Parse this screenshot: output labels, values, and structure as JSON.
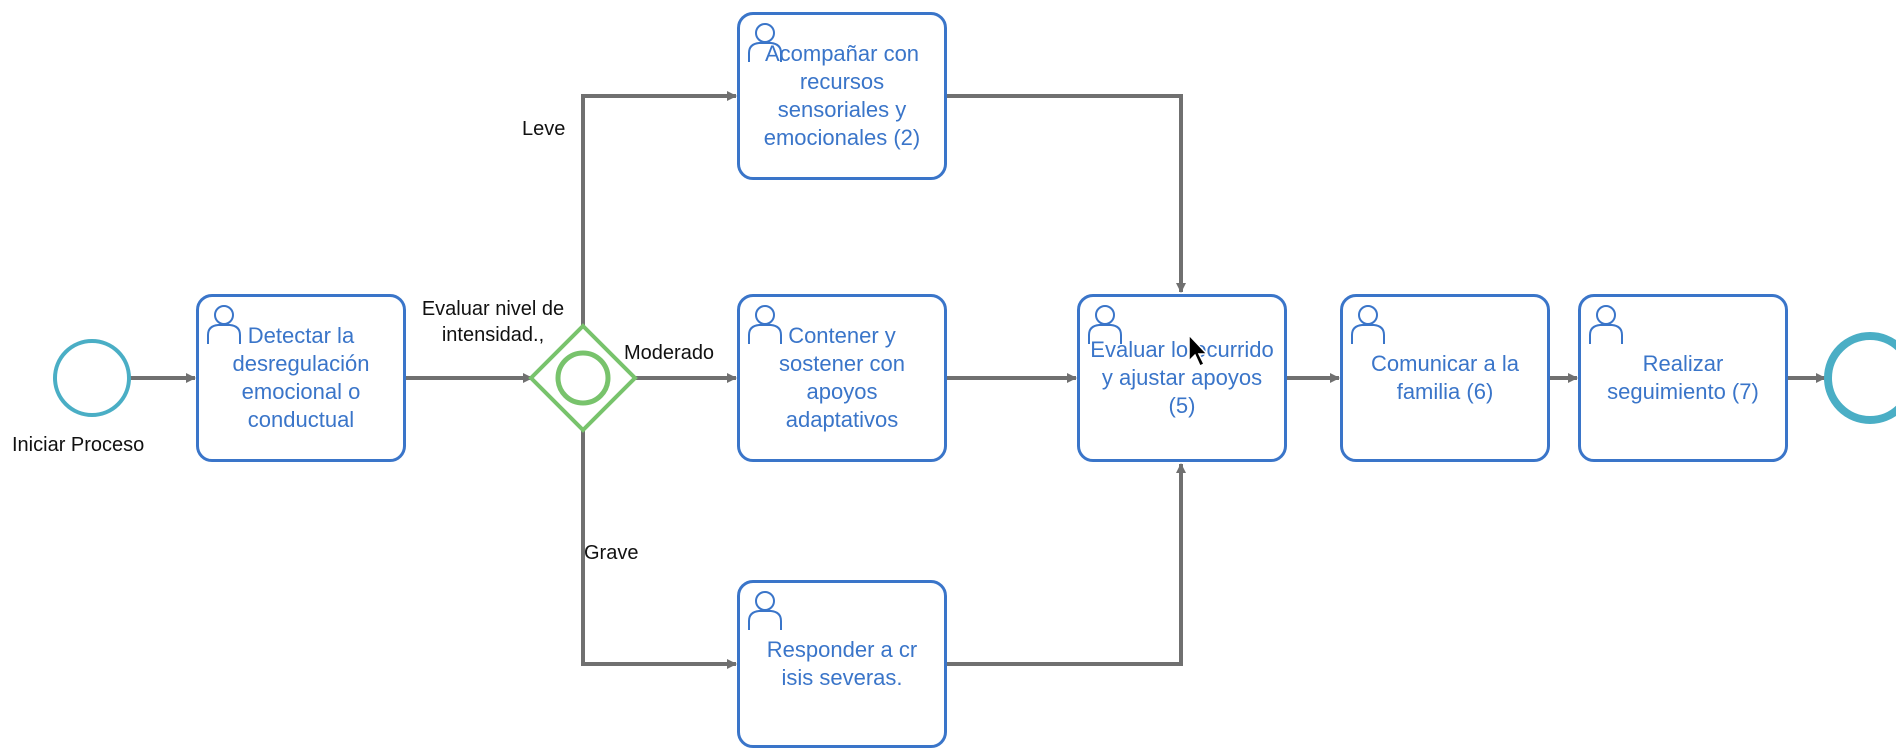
{
  "start_event": {
    "label": "Iniciar Proceso"
  },
  "gateway": {
    "label": "Evaluar nivel de intensidad.,"
  },
  "flows": {
    "leve": "Leve",
    "moderado": "Moderado",
    "grave": "Grave"
  },
  "tasks": [
    {
      "id": "detectar",
      "label": "Detectar la desregulación emocional o conductual"
    },
    {
      "id": "acompanar",
      "label": "Acompañar con recursos sensoriales y emocionales (2)"
    },
    {
      "id": "contener",
      "label": "Contener y sostener con apoyos adaptativos"
    },
    {
      "id": "responder",
      "label": "Responder a cr isis severas."
    },
    {
      "id": "evaluar",
      "label": "Evaluar lo ocurrido y ajustar apoyos (5)"
    },
    {
      "id": "comunicar",
      "label": "Comunicar a la familia (6)"
    },
    {
      "id": "seguimiento",
      "label": "Realizar seguimiento (7)"
    }
  ],
  "colors": {
    "task_border": "#3a75c9",
    "task_text": "#3a75c9",
    "event": "#4aaec5",
    "gateway": "#78c36c",
    "flow": "#707070"
  }
}
